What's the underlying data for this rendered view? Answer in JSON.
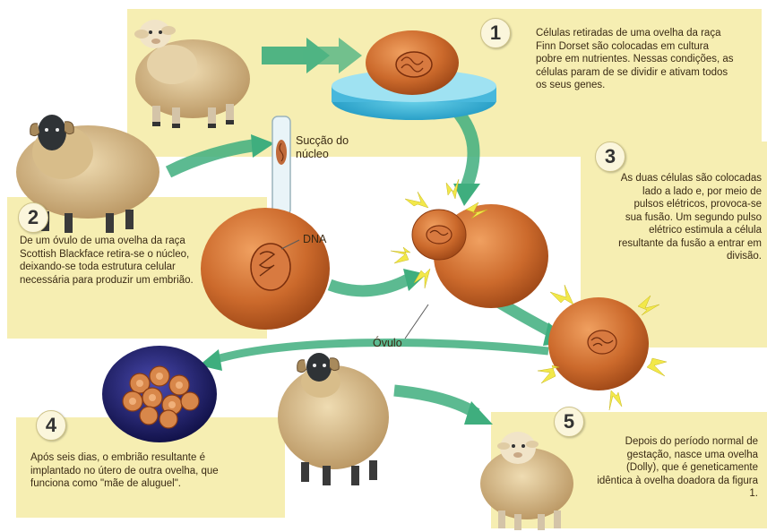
{
  "steps": [
    {
      "number": "1",
      "text": "Células retiradas de uma ovelha da raça Finn Dorset são colocadas em cultura pobre em nutrientes. Nessas condições, as células param de se dividir e ativam todos os seus genes."
    },
    {
      "number": "2",
      "text": "De um óvulo de uma ovelha da raça Scottish Blackface retira-se o núcleo, deixando-se toda estrutura celular necessária para produzir um embrião."
    },
    {
      "number": "3",
      "text": "As duas células são colocadas lado a lado e, por meio de pulsos elétricos, provoca-se sua fusão. Um segundo pulso elétrico estimula a célula resultante da fusão a entrar em divisão."
    },
    {
      "number": "4",
      "text": "Após seis dias, o embrião resultante é implantado no útero de outra ovelha, que funciona como \"mãe de aluguel\"."
    },
    {
      "number": "5",
      "text": "Depois do período normal de gestação, nasce uma ovelha (Dolly), que é geneticamente idêntica à ovelha doadora da figura 1."
    }
  ],
  "labels": {
    "suction": "Sucção do núcleo",
    "dna": "DNA",
    "ovum": "Óvulo"
  },
  "colors": {
    "panel": "#f6eeb2",
    "arrow": "#3fae7e",
    "cell": "#c8642a",
    "spark": "#f2e84a",
    "wool": "#d9bf8c",
    "dark_face": "#2f3336"
  }
}
